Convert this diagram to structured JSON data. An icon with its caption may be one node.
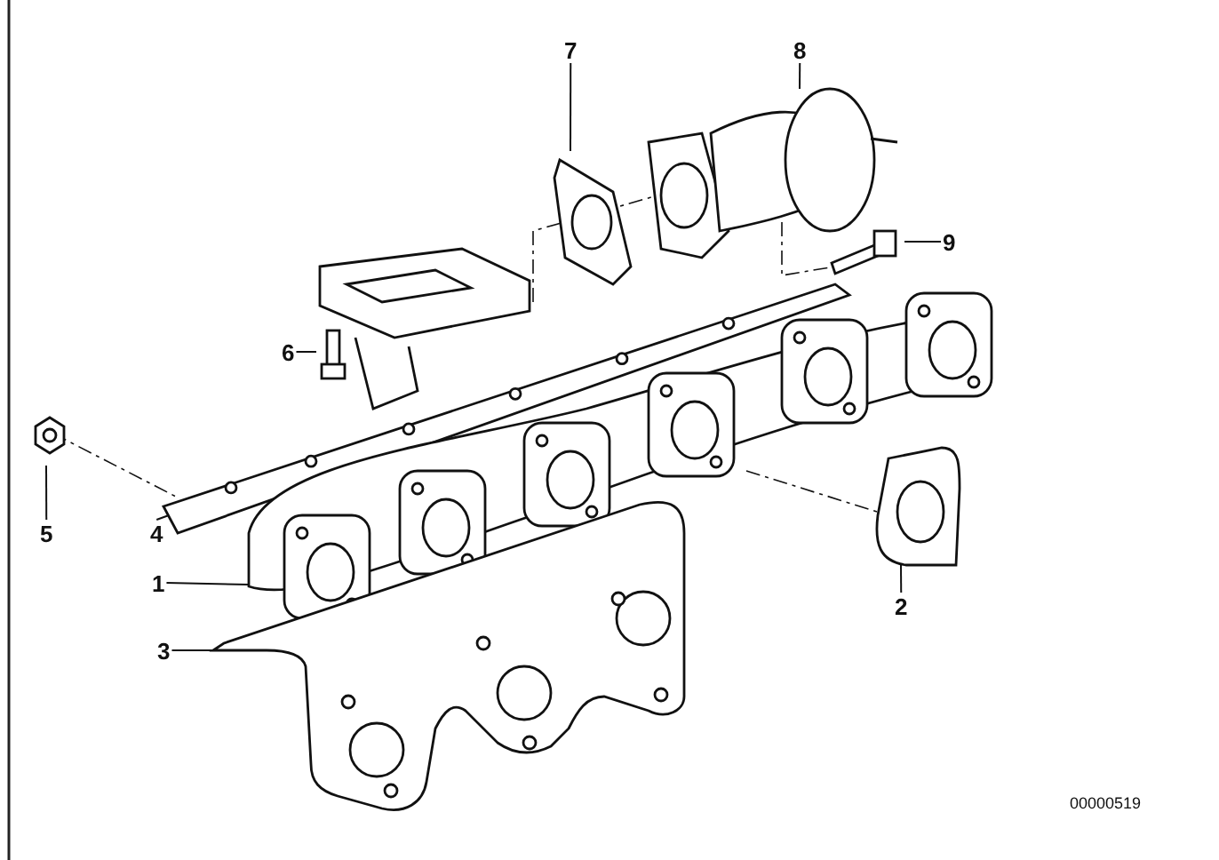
{
  "diagram": {
    "nodes": [
      {
        "text": [
          "7"
        ]
      },
      {
        "text": [
          "8"
        ]
      },
      {
        "text": [
          "9"
        ]
      },
      {
        "text": [
          "6"
        ]
      },
      {
        "text": [
          "5"
        ]
      },
      {
        "text": [
          "4"
        ]
      },
      {
        "text": [
          "1"
        ]
      },
      {
        "text": [
          "2"
        ]
      },
      {
        "text": [
          "3"
        ]
      }
    ],
    "edges": [
      {
        "from": 0,
        "to": null,
        "arrow": "none"
      },
      {
        "from": 1,
        "to": null,
        "arrow": "none"
      },
      {
        "from": 2,
        "to": null,
        "arrow": "none"
      },
      {
        "from": 3,
        "to": null,
        "arrow": "none"
      },
      {
        "from": 4,
        "to": null,
        "arrow": "none"
      },
      {
        "from": 5,
        "to": null,
        "arrow": "none"
      },
      {
        "from": 6,
        "to": null,
        "arrow": "none"
      },
      {
        "from": 7,
        "to": null,
        "arrow": "none"
      },
      {
        "from": 8,
        "to": null,
        "arrow": "none"
      }
    ],
    "labels": [
      "00000519"
    ]
  }
}
